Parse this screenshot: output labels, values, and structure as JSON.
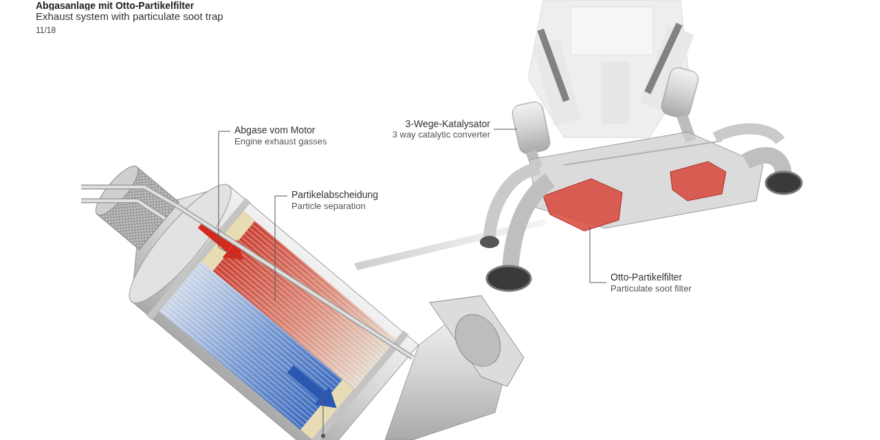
{
  "diagram": {
    "title": "Abgasanlage mit Otto-Partikelfilter",
    "labels": [
      "Exhaust system with particulate soot trap",
      "11/18",
      "Abgase vom Motor",
      "Engine exhaust gasses",
      "Partikelabscheidung",
      "Particle separation",
      "3-Wege-Katalysator",
      "3 way catalytic converter",
      "Otto-Partikelfilter",
      "Particulate soot filter"
    ]
  }
}
